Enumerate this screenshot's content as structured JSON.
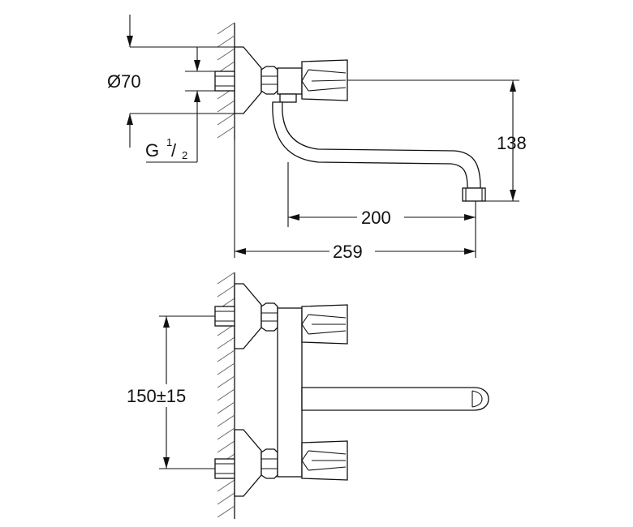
{
  "dimensions": {
    "diameter": "Ø70",
    "thread_prefix": "G",
    "thread_num": "1",
    "thread_slash": "/",
    "thread_den": "2",
    "height": "138",
    "reach": "200",
    "overall": "259",
    "spacing": "150±15"
  },
  "colors": {
    "line": "#111111",
    "hatch": "#666666",
    "background": "#ffffff"
  }
}
